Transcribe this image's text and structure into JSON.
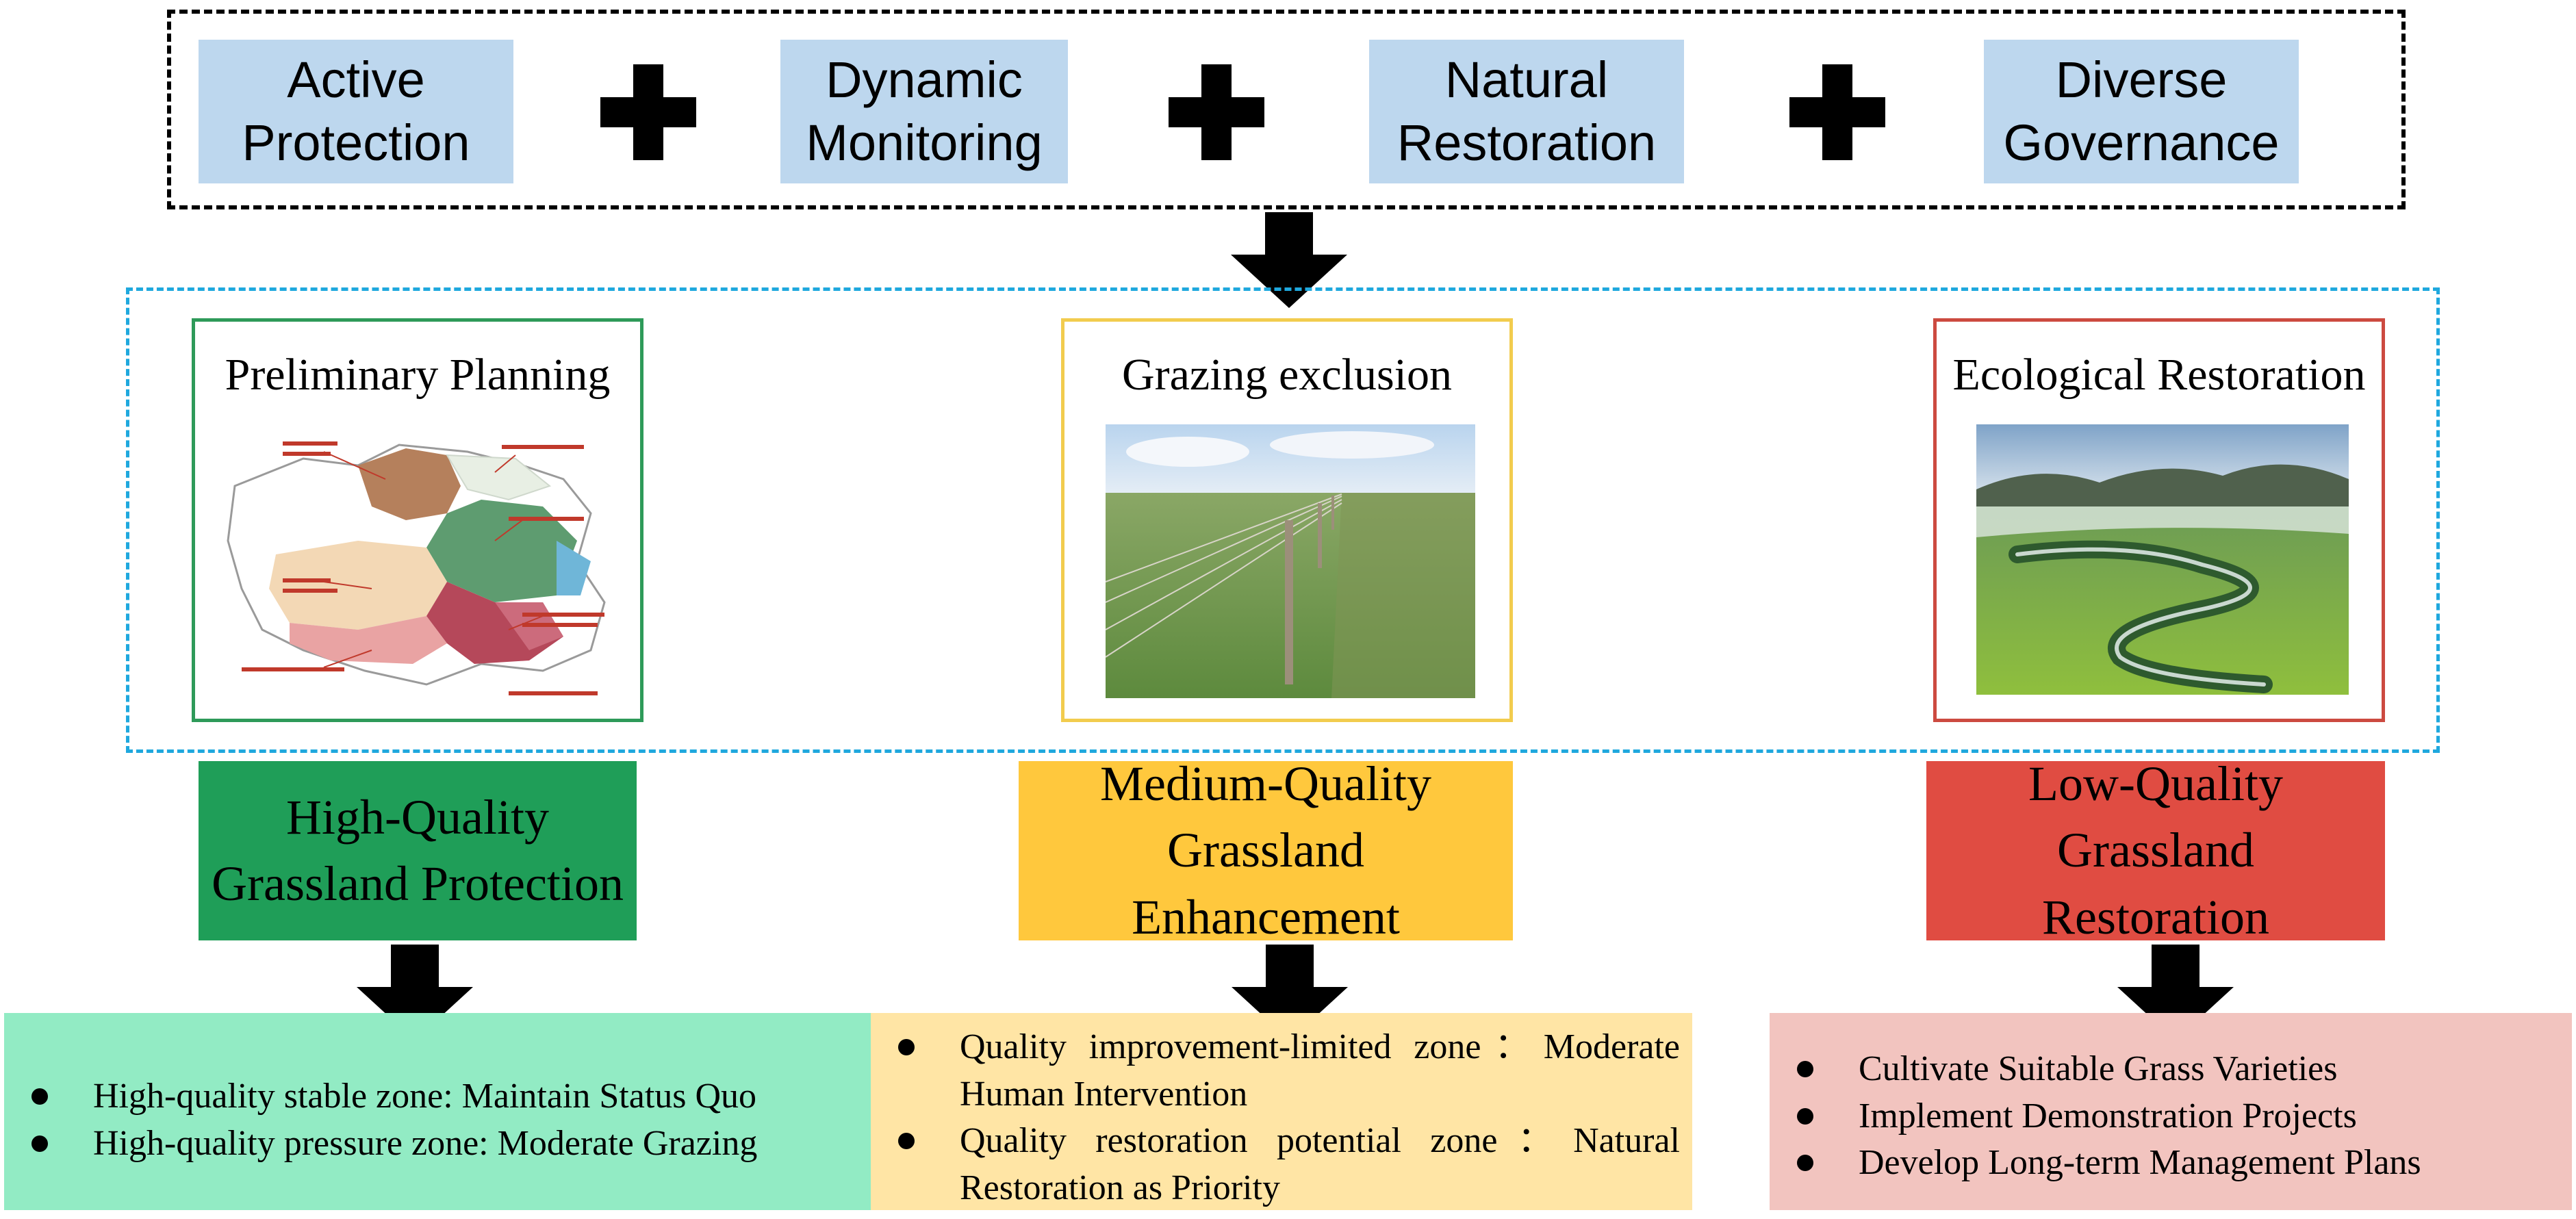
{
  "principles": [
    {
      "label": "Active\nProtection"
    },
    {
      "label": "Dynamic\nMonitoring"
    },
    {
      "label": "Natural\nRestoration"
    },
    {
      "label": "Diverse\nGovernance"
    }
  ],
  "approaches": [
    {
      "title": "Preliminary Planning",
      "image": "regional-planning-map",
      "border_color": "#2e9a59"
    },
    {
      "title": "Grazing exclusion",
      "image": "fenced-grassland-photo",
      "border_color": "#f2cc4e"
    },
    {
      "title": "Ecological Restoration",
      "image": "meandering-river-grassland-photo",
      "border_color": "#cc4a40"
    }
  ],
  "categories": [
    {
      "label": "High-Quality\nGrassland Protection",
      "color": "#1f9e58"
    },
    {
      "label": "Medium-Quality\nGrassland\nEnhancement",
      "color": "#ffc83d"
    },
    {
      "label": "Low-Quality\nGrassland\nRestoration",
      "color": "#e04c42"
    }
  ],
  "measures": [
    {
      "color": "#92ebc4",
      "items": [
        "High-quality stable zone: Maintain Status Quo",
        "High-quality pressure zone: Moderate Grazing"
      ]
    },
    {
      "color": "#ffe5a5",
      "items": [
        "Quality improvement-limited zone：Moderate Human Intervention",
        "Quality restoration potential zone：Natural Restoration as Priority"
      ]
    },
    {
      "color": "#f2c4bf",
      "items": [
        "Cultivate Suitable Grass Varieties",
        "Implement Demonstration Projects",
        "Develop Long-term Management Plans"
      ]
    }
  ],
  "icons": {
    "plus": "plus-icon",
    "arrow": "down-arrow-icon"
  }
}
